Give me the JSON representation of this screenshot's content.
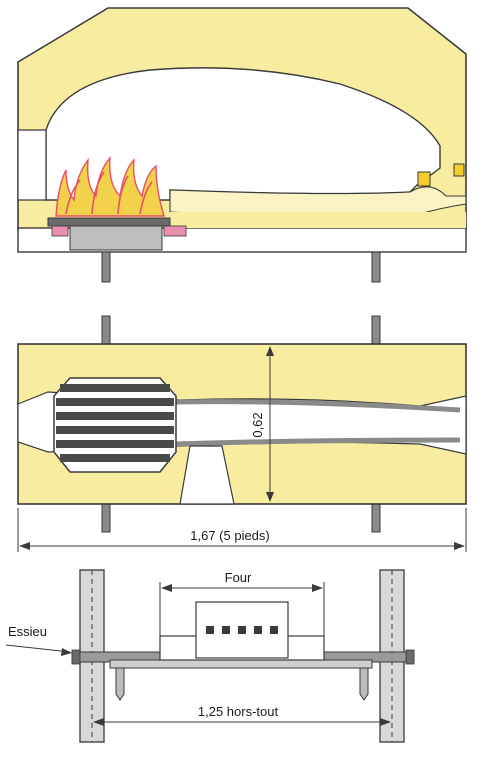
{
  "labels": {
    "height": "0,62",
    "length": "1,67 (5 pieds)",
    "oven": "Four",
    "axle": "Essieu",
    "overall_width": "1,25 hors-tout"
  },
  "colors": {
    "body_fill": "#f7eca0",
    "outline": "#3a3a3a",
    "grey": "#8a8a8a",
    "dark": "#4a4a4a",
    "flame_red": "#e8506a",
    "flame_yellow": "#f2d24a",
    "pink": "#e88fb0"
  }
}
